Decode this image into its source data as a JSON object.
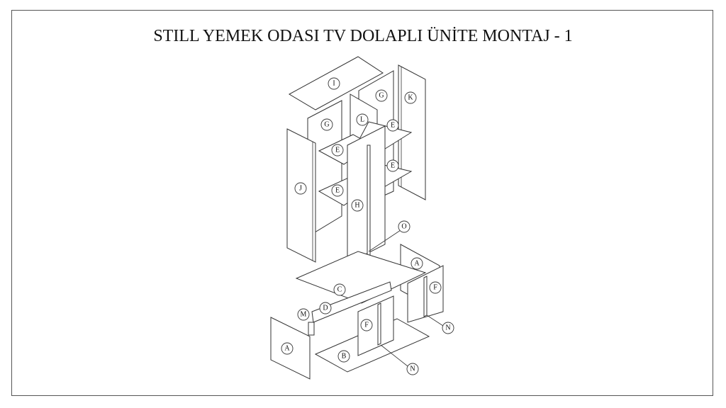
{
  "title": "STILL YEMEK ODASI TV DOLAPLI ÜNİTE MONTAJ - 1",
  "parts": [
    "I",
    "G",
    "G",
    "K",
    "L",
    "E",
    "E",
    "E",
    "E",
    "J",
    "H",
    "O",
    "A",
    "F",
    "C",
    "D",
    "M",
    "N",
    "F",
    "A",
    "B",
    "N"
  ]
}
